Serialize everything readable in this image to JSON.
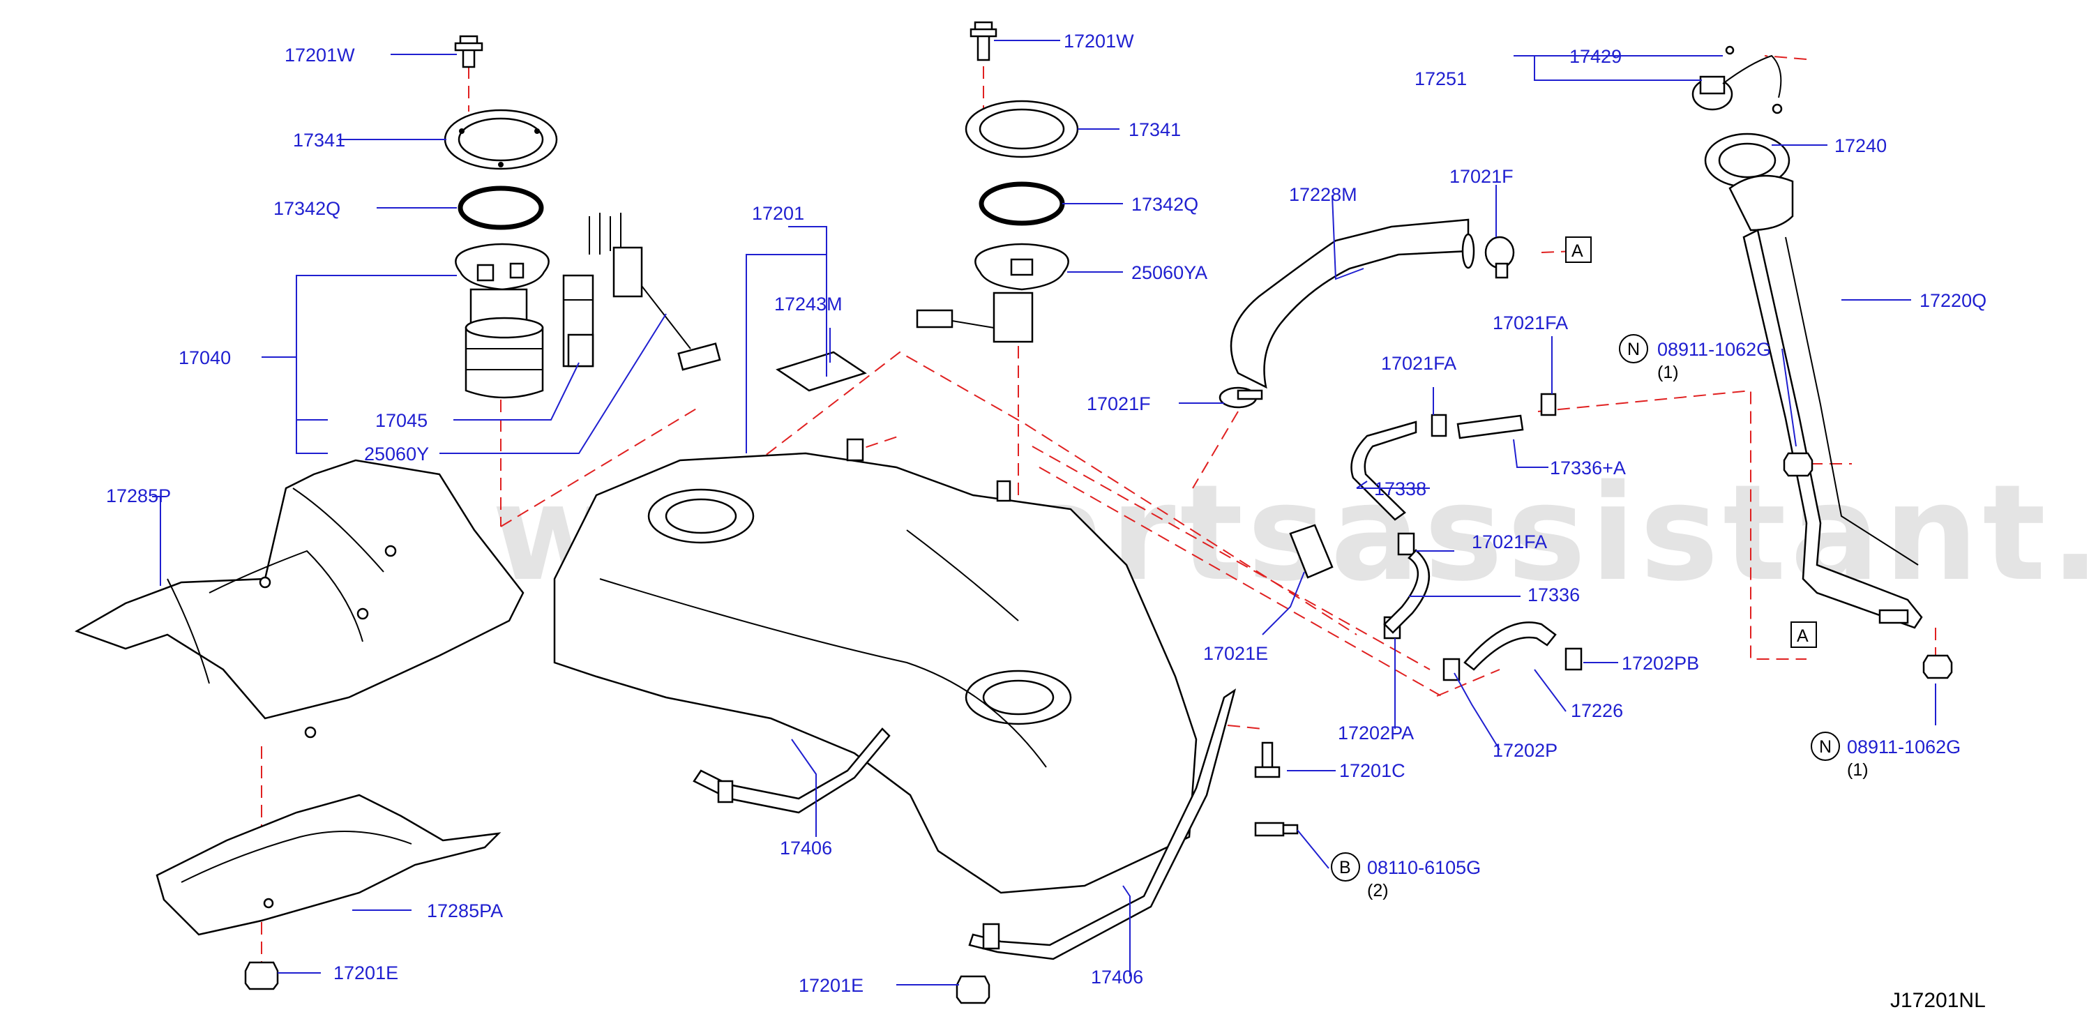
{
  "watermark": "www.partsassistant.com",
  "diagram_code": "J17201NL",
  "labels": {
    "l_17201W_a": "17201W",
    "l_17341_a": "17341",
    "l_17342Q_a": "17342Q",
    "l_17040": "17040",
    "l_17045": "17045",
    "l_25060Y": "25060Y",
    "l_17285P": "17285P",
    "l_17285PA": "17285PA",
    "l_17201E_a": "17201E",
    "l_17201W_b": "17201W",
    "l_17341_b": "17341",
    "l_17342Q_b": "17342Q",
    "l_25060YA": "25060YA",
    "l_17201": "17201",
    "l_17243M": "17243M",
    "l_17406_a": "17406",
    "l_17406_b": "17406",
    "l_17201E_b": "17201E",
    "l_17201C": "17201C",
    "l_08110": "08110-6105G",
    "l_08110_qty": "(2)",
    "l_17228M": "17228M",
    "l_17021F_a": "17021F",
    "l_17021F_b": "17021F",
    "l_17021FA_a": "17021FA",
    "l_17021FA_b": "17021FA",
    "l_17021FA_c": "17021FA",
    "l_17336A": "17336+A",
    "l_17338": "17338",
    "l_17336": "17336",
    "l_17021E": "17021E",
    "l_17202PA": "17202PA",
    "l_17202P": "17202P",
    "l_17202PB": "17202PB",
    "l_17226": "17226",
    "l_17251": "17251",
    "l_17429": "17429",
    "l_17240": "17240",
    "l_17220Q": "17220Q",
    "l_08911_a": "08911-1062G",
    "l_08911_a_qty": "(1)",
    "l_08911_b": "08911-1062G",
    "l_08911_b_qty": "(1)"
  },
  "badges": {
    "ref_A_1": "A",
    "ref_A_2": "A",
    "nut_N_1": "N",
    "nut_N_2": "N",
    "bolt_B": "B"
  },
  "colors": {
    "label": "#1f1fd0",
    "leader": "#1f1fd0",
    "dashed_connector": "#e02020",
    "outline": "#000000"
  }
}
